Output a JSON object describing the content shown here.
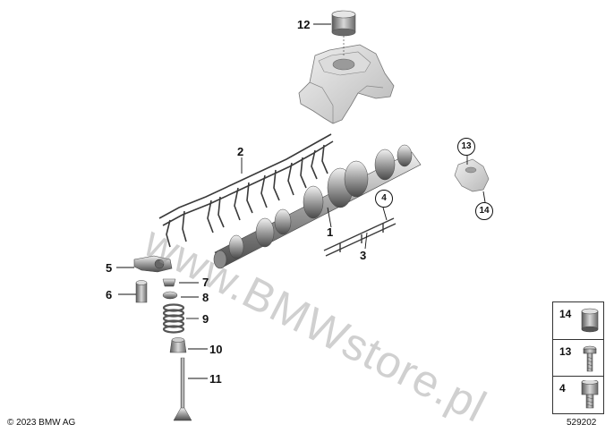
{
  "diagram": {
    "watermark": "www.BMWstore.pl",
    "copyright": "© 2023 BMW AG",
    "drawing_number": "529202",
    "callouts": [
      {
        "id": "1",
        "style": "plain"
      },
      {
        "id": "2",
        "style": "plain"
      },
      {
        "id": "3",
        "style": "plain"
      },
      {
        "id": "4",
        "style": "circled"
      },
      {
        "id": "5",
        "style": "plain"
      },
      {
        "id": "6",
        "style": "plain"
      },
      {
        "id": "7",
        "style": "plain"
      },
      {
        "id": "8",
        "style": "plain"
      },
      {
        "id": "9",
        "style": "plain"
      },
      {
        "id": "10",
        "style": "plain"
      },
      {
        "id": "11",
        "style": "plain"
      },
      {
        "id": "12",
        "style": "plain"
      },
      {
        "id": "13",
        "style": "circled"
      },
      {
        "id": "14",
        "style": "circled"
      }
    ],
    "legend": [
      {
        "number": "14",
        "icon": "sleeve-icon"
      },
      {
        "number": "13",
        "icon": "bolt-icon"
      },
      {
        "number": "4",
        "icon": "socket-screw-icon"
      }
    ]
  }
}
